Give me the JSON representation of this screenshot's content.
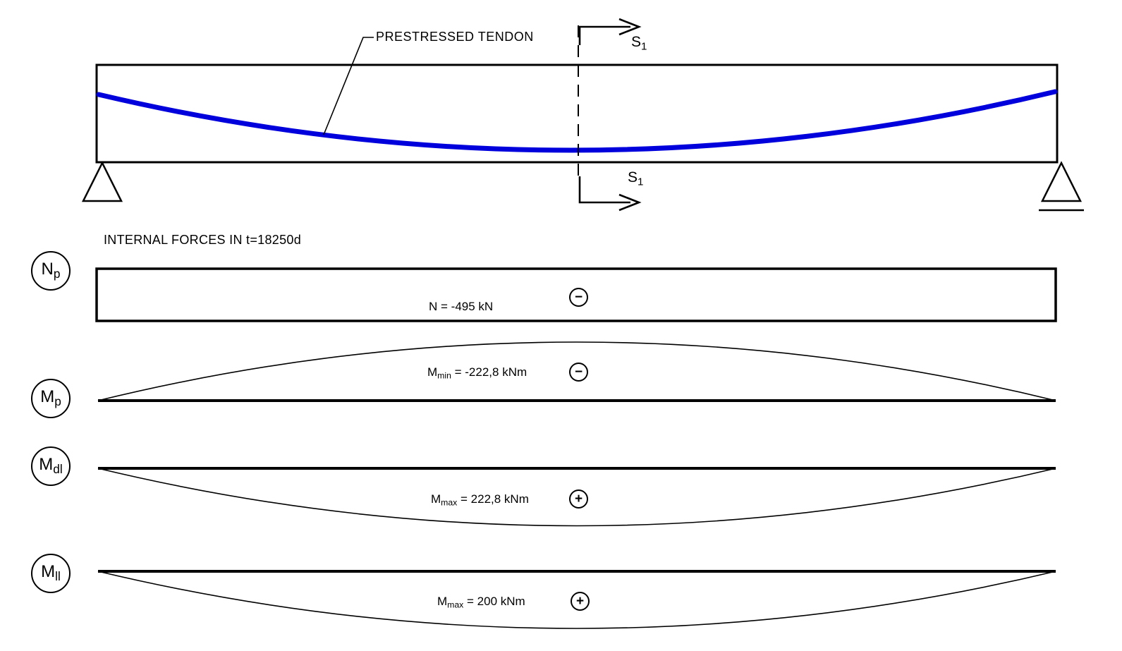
{
  "beam": {
    "tendon_label": "PRESTRESSED TENDON",
    "tendon_color": "#0000dd",
    "section_cut": {
      "main": "S",
      "sub": "1"
    }
  },
  "section_title": "INTERNAL FORCES IN t=18250d",
  "colors": {
    "line": "#000000",
    "background": "#ffffff"
  },
  "diagrams": [
    {
      "id": "Np",
      "symbol": {
        "main": "N",
        "sub": "p"
      },
      "label": {
        "main": "N",
        "sub": "",
        "rest": " = -495 kN"
      },
      "sign": "−"
    },
    {
      "id": "Mp",
      "symbol": {
        "main": "M",
        "sub": "p"
      },
      "label": {
        "main": "M",
        "sub": "min",
        "rest": " = -222,8 kNm"
      },
      "sign": "−"
    },
    {
      "id": "Mdl",
      "symbol": {
        "main": "M",
        "sub": "dl"
      },
      "label": {
        "main": "M",
        "sub": "max",
        "rest": " = 222,8 kNm"
      },
      "sign": "+"
    },
    {
      "id": "Mll",
      "symbol": {
        "main": "M",
        "sub": "ll"
      },
      "label": {
        "main": "M",
        "sub": "max",
        "rest": " = 200 kNm"
      },
      "sign": "+"
    }
  ]
}
